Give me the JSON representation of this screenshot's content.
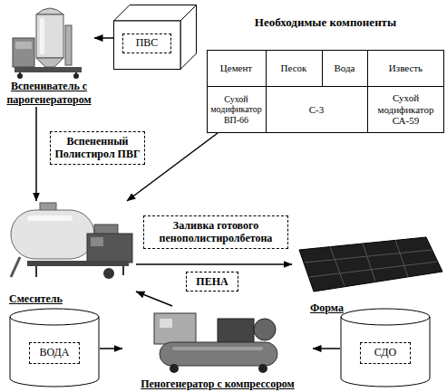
{
  "diagram": {
    "nodes": [
      {
        "text": [
          "Вспениватель с парогенератором"
        ]
      },
      {
        "text": [
          "ПВС"
        ]
      },
      {
        "text": [
          "Необходимые компоненты",
          "Цемент",
          "Песок",
          "Вода",
          "Известь",
          "Сухой модификатор ВП-66",
          "С-3",
          "Сухой модификатор СА-59"
        ]
      },
      {
        "text": [
          "Смеситель"
        ]
      },
      {
        "text": [
          "Форма"
        ]
      },
      {
        "text": [
          "ВОДА"
        ]
      },
      {
        "text": [
          "Пеногенератор с компрессором"
        ]
      },
      {
        "text": [
          "СДО"
        ]
      }
    ],
    "edges": [
      {
        "from": 1,
        "to": 0,
        "arrow": "to"
      },
      {
        "from": 0,
        "to": 3,
        "label": "Вспененный Полистирол ПВГ",
        "arrow": "to"
      },
      {
        "from": 2,
        "to": 3,
        "arrow": "to"
      },
      {
        "from": 3,
        "to": 4,
        "label": "Заливка готового пенополистиролбетона",
        "arrow": "to"
      },
      {
        "from": 6,
        "to": 3,
        "label": "ПЕНА",
        "arrow": "to"
      },
      {
        "from": 5,
        "to": 6,
        "arrow": "to"
      },
      {
        "from": 7,
        "to": 6,
        "arrow": "to"
      }
    ]
  }
}
